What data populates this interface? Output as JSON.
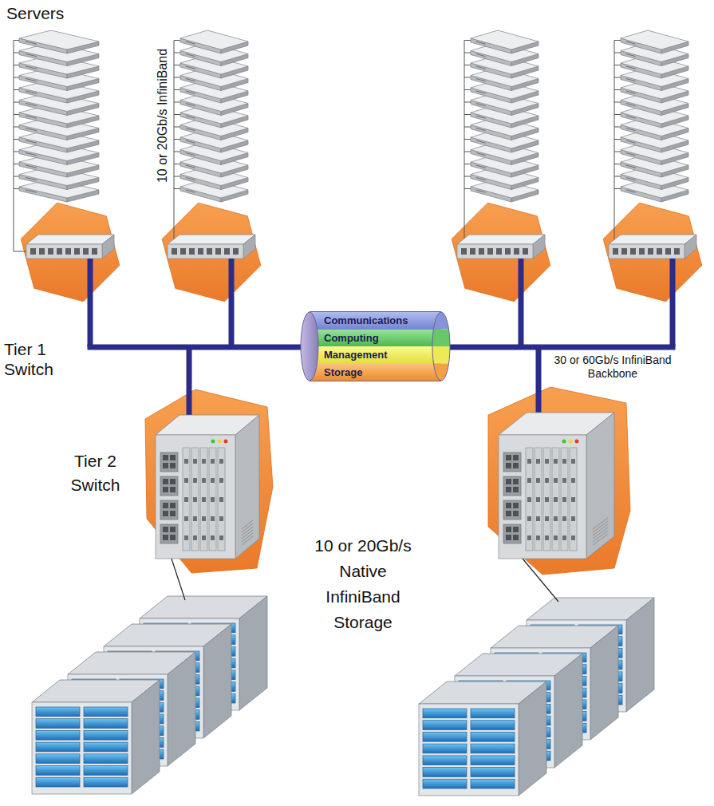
{
  "diagram": {
    "nodes": [
      {
        "text": [
          "Communications"
        ]
      },
      {
        "text": [
          "Computing"
        ]
      },
      {
        "text": [
          "Management"
        ]
      },
      {
        "text": [
          "Storage"
        ]
      }
    ],
    "labels": [
      "Servers",
      "10 or 20Gb/s InfiniBand",
      "Tier 1 Switch",
      "30 or 60Gb/s InfiniBand Backbone",
      "Tier 2 Switch",
      "10 or 20Gb/s Native InfiniBand Storage"
    ]
  }
}
